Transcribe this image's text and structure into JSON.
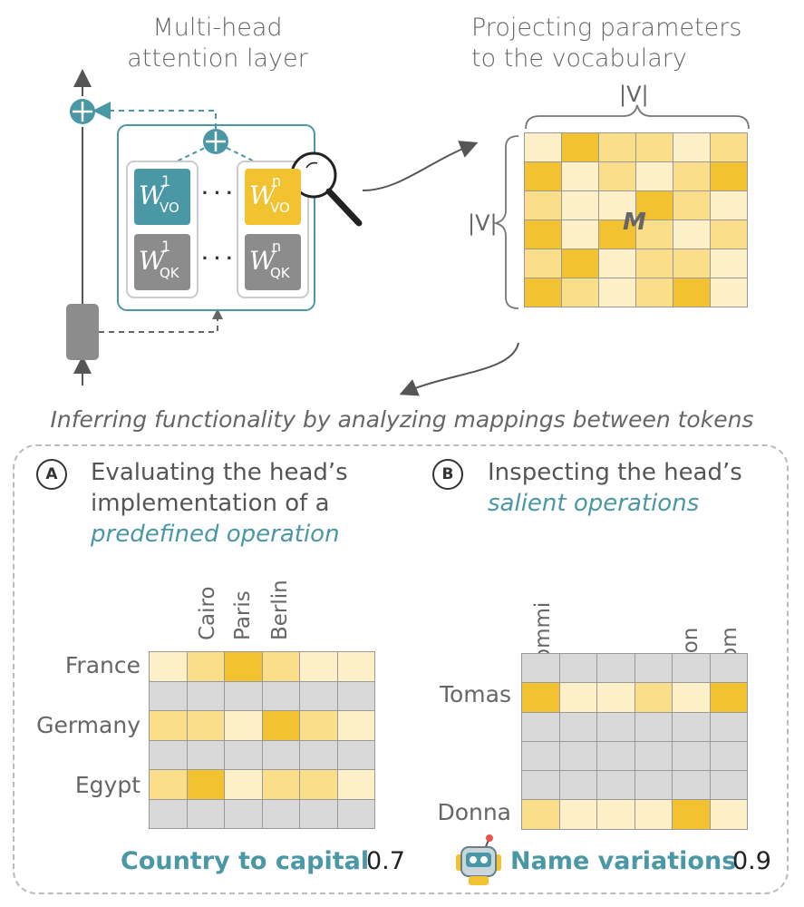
{
  "top_left_title": [
    "Multi-head",
    "attention layer"
  ],
  "top_right_title": [
    "Projecting parameters",
    "to the vocabulary"
  ],
  "vocab_label": "|V|",
  "matrix_label": "M",
  "heads": {
    "first": {
      "letter": "W",
      "sup": "1",
      "vo_sub": "VO",
      "qk_sub": "QK"
    },
    "last": {
      "letter": "W",
      "sup": "n",
      "vo_sub": "VO",
      "qk_sub": "QK"
    },
    "dots": "· · ·"
  },
  "middle_caption": "Inferring functionality by analyzing mappings between tokens",
  "section_a": {
    "badge": "A",
    "lines": [
      "Evaluating the head’s",
      "implementation of a"
    ],
    "highlight": "predefined operation",
    "columns": [
      "Cairo",
      "Paris",
      "Berlin"
    ],
    "rows": [
      "France",
      "Germany",
      "Egypt"
    ],
    "result_label": "Country to capital",
    "result_score": "0.7"
  },
  "section_b": {
    "badge": "B",
    "lines": [
      "Inspecting the head’s"
    ],
    "highlight": "salient operations",
    "columns": [
      "tommi",
      "Don",
      "Tom"
    ],
    "rows": [
      "Tomas",
      "Donna"
    ],
    "result_label": "Name variations",
    "result_score": "0.9"
  },
  "colors": {
    "teal": "#4a97a6",
    "gold": "#f2c230",
    "gray": "#8c8c8c",
    "light": "#fdf0c8"
  }
}
